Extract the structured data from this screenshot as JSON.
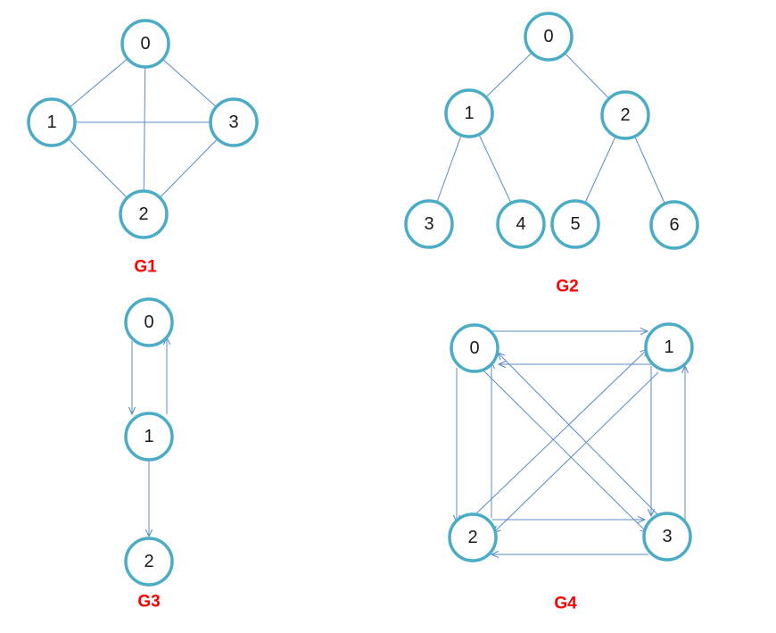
{
  "graphs": [
    {
      "id": "g1",
      "title": "G1",
      "directed": false,
      "nodes": [
        "0",
        "1",
        "3",
        "2"
      ],
      "edges": [
        [
          "0",
          "1"
        ],
        [
          "0",
          "3"
        ],
        [
          "0",
          "2"
        ],
        [
          "1",
          "3"
        ],
        [
          "1",
          "2"
        ],
        [
          "3",
          "2"
        ]
      ]
    },
    {
      "id": "g2",
      "title": "G2",
      "directed": false,
      "nodes": [
        "0",
        "1",
        "2",
        "3",
        "4",
        "5",
        "6"
      ],
      "edges": [
        [
          "0",
          "1"
        ],
        [
          "0",
          "2"
        ],
        [
          "1",
          "3"
        ],
        [
          "1",
          "4"
        ],
        [
          "2",
          "5"
        ],
        [
          "2",
          "6"
        ]
      ]
    },
    {
      "id": "g3",
      "title": "G3",
      "directed": true,
      "nodes": [
        "0",
        "1",
        "2"
      ],
      "edges": [
        [
          "0",
          "1"
        ],
        [
          "1",
          "0"
        ],
        [
          "1",
          "2"
        ]
      ]
    },
    {
      "id": "g4",
      "title": "G4",
      "directed": true,
      "nodes": [
        "0",
        "1",
        "2",
        "3"
      ],
      "edges": [
        [
          "0",
          "1"
        ],
        [
          "1",
          "0"
        ],
        [
          "0",
          "2"
        ],
        [
          "2",
          "0"
        ],
        [
          "0",
          "3"
        ],
        [
          "3",
          "0"
        ],
        [
          "1",
          "2"
        ],
        [
          "2",
          "1"
        ],
        [
          "1",
          "3"
        ],
        [
          "3",
          "1"
        ],
        [
          "2",
          "3"
        ],
        [
          "3",
          "2"
        ]
      ]
    }
  ],
  "colors": {
    "node_stroke": "#4bacc6",
    "edge": "#5b8cc7",
    "title": "#ff0000"
  }
}
